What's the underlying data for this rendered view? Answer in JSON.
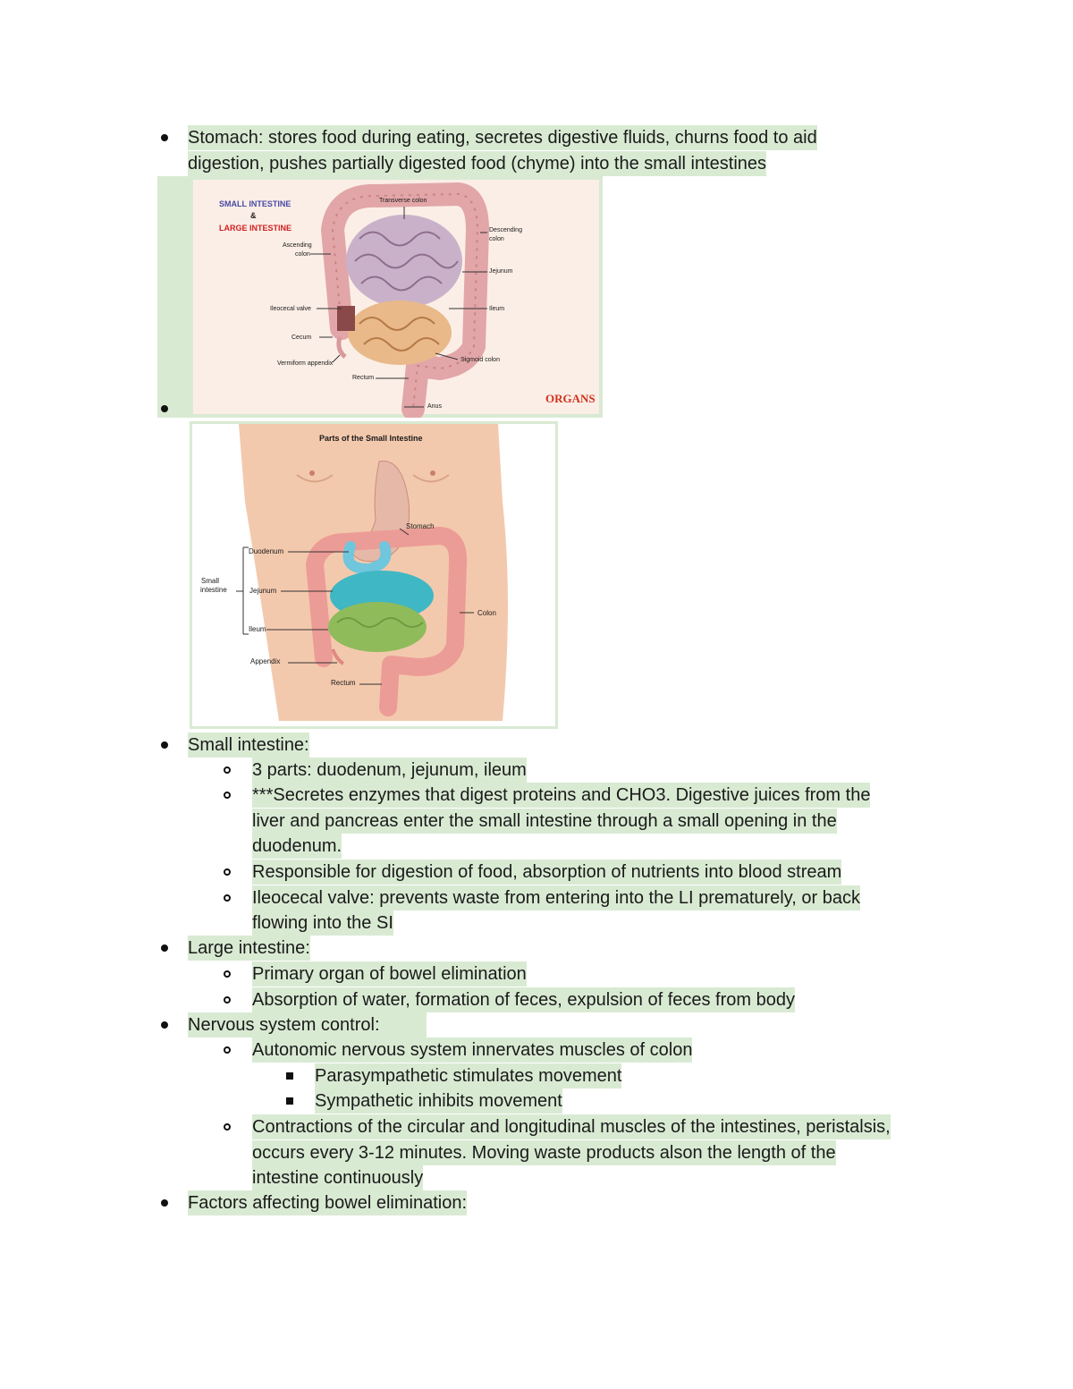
{
  "stomach": {
    "line1": "Stomach: stores food during eating, secretes digestive fluids, churns food to aid",
    "line2": "digestion, pushes partially digested food (chyme) into the small intestines"
  },
  "figure1": {
    "title_small": "SMALL INTESTINE",
    "title_amp": "&",
    "title_large": "LARGE INTESTINE",
    "labels": {
      "transverse": "Transverse colon",
      "descending1": "Descending",
      "descending2": "colon",
      "ascending1": "Ascending",
      "ascending2": "colon",
      "jejunum": "Jejunum",
      "ileocecal": "Ileocecal valve",
      "ileum": "Ileum",
      "cecum": "Cecum",
      "sigmoid": "Sigmoid colon",
      "appendix": "Vermiform appendix",
      "rectum": "Rectum",
      "anus": "Anus"
    },
    "logo": "ORGANS"
  },
  "figure2": {
    "title": "Parts of the Small Intestine",
    "labels": {
      "stomach": "Stomach",
      "duodenum": "Duodenum",
      "small1": "Small",
      "small2": "intestine",
      "jejunum": "Jejunum",
      "colon": "Colon",
      "ileum": "Ileum",
      "appendix": "Appendix",
      "rectum": "Rectum"
    }
  },
  "small_intestine": {
    "heading": "Small intestine:",
    "items": [
      "3 parts: duodenum, jejunum, ileum",
      "***Secretes enzymes that digest proteins and CHO3. Digestive juices from the",
      "liver and pancreas enter the small intestine through a small opening in the",
      "duodenum.",
      "Responsible for digestion of food, absorption of nutrients into blood stream",
      "Ileocecal valve: prevents waste from entering into the LI prematurely, or back",
      "flowing into the SI"
    ]
  },
  "large_intestine": {
    "heading": "Large intestine:",
    "items": [
      "Primary organ of bowel elimination",
      "Absorption of water, formation of feces, expulsion of feces from body"
    ]
  },
  "nervous": {
    "heading": "Nervous system control:",
    "items": [
      "Autonomic nervous system innervates muscles of colon",
      "Parasympathetic stimulates movement",
      "Sympathetic inhibits movement",
      "Contractions of the circular and longitudinal muscles of the intestines, peristalsis,",
      "occurs every 3-12 minutes. Moving waste products alson the length of the",
      "intestine continuously"
    ]
  },
  "factors": {
    "heading": "Factors affecting bowel elimination:"
  }
}
